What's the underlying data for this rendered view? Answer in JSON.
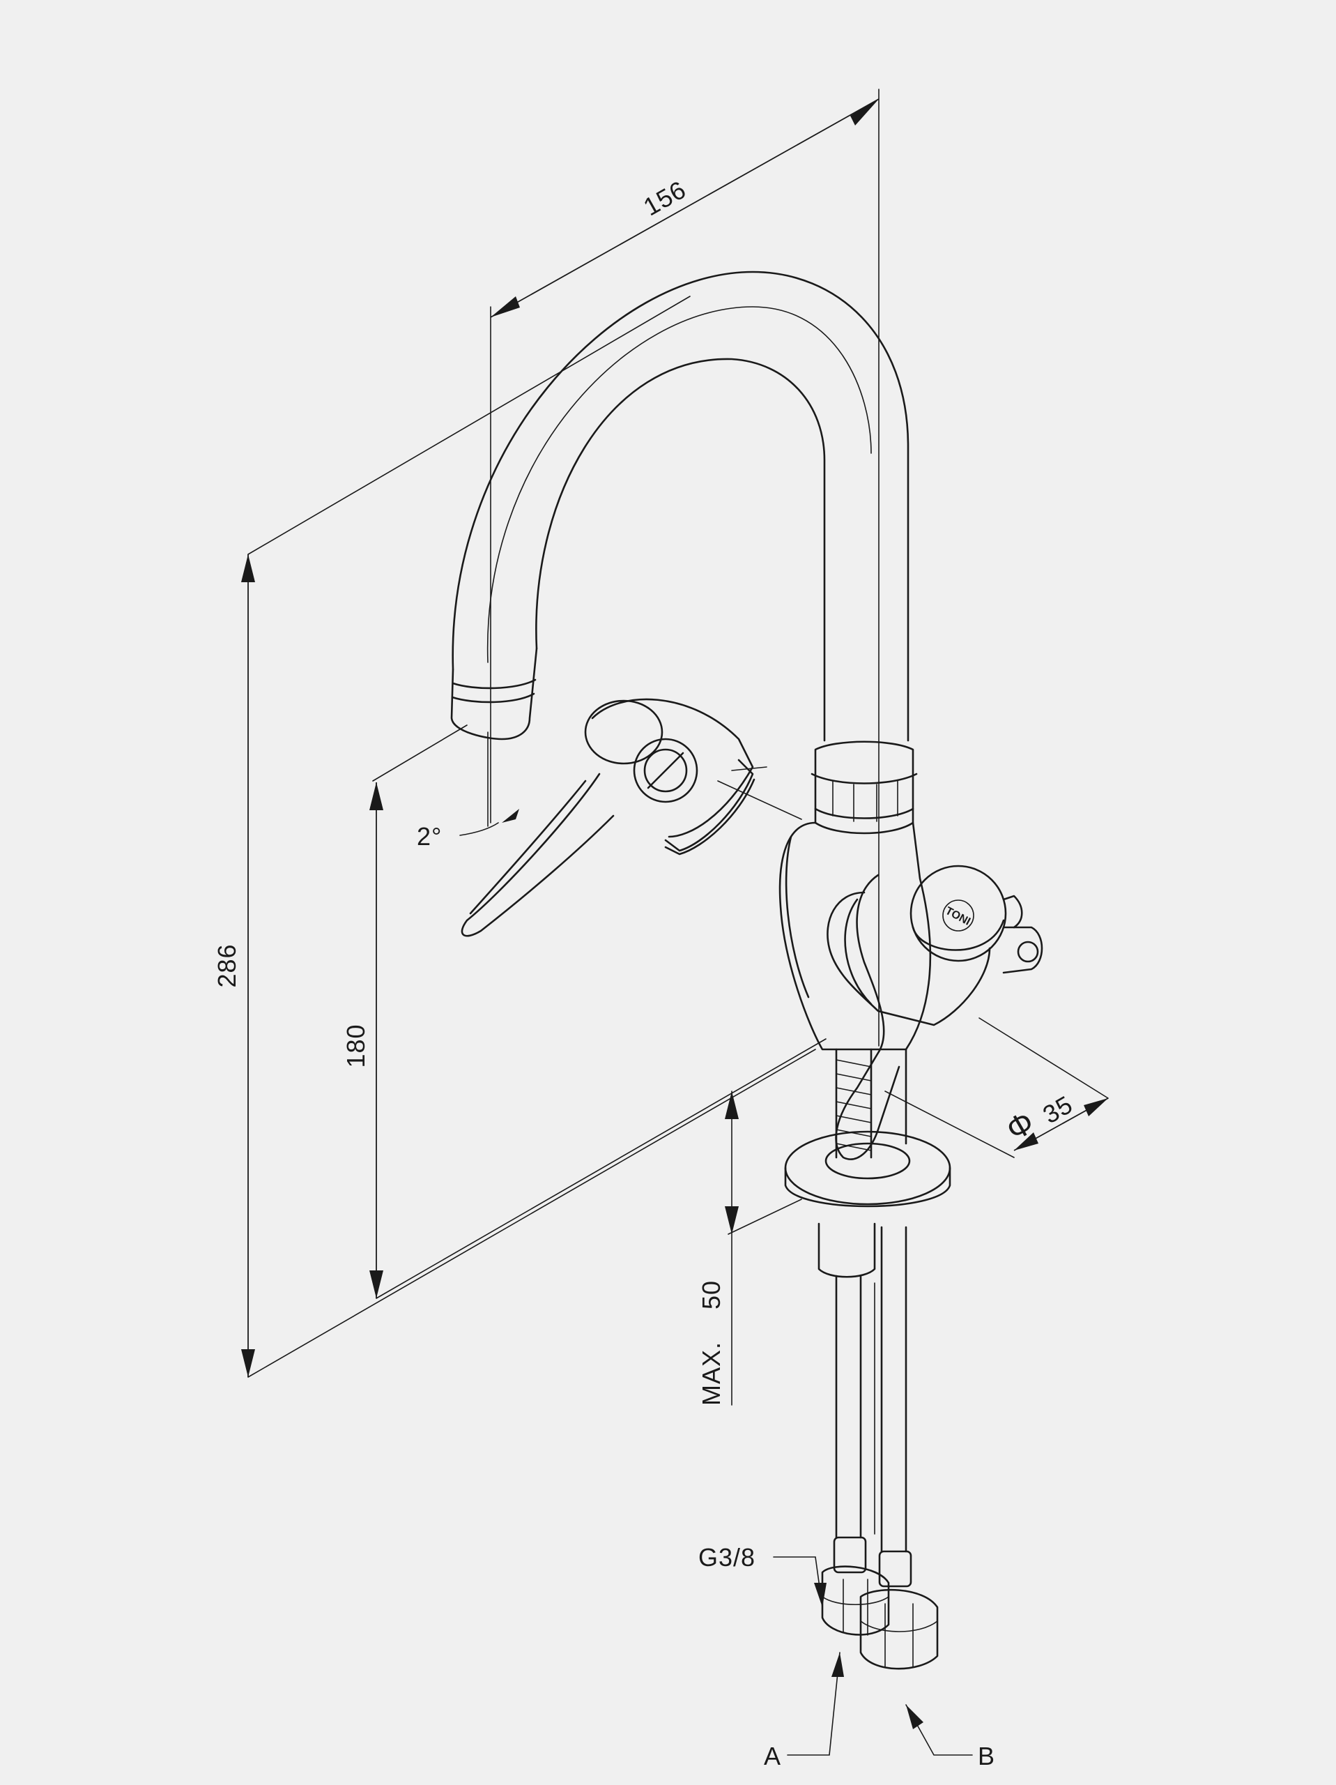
{
  "dimensions": {
    "spout_reach": "156",
    "overall_height": "286",
    "spout_height": "180",
    "deck_thickness_prefix": "MAX.",
    "deck_thickness_value": "50",
    "body_diameter": "35",
    "diameter_symbol": "Φ",
    "spout_angle": "2°"
  },
  "callouts": {
    "thread": "G3/8",
    "inlet_a": "A",
    "inlet_b": "B"
  },
  "logo": {
    "text": "TONI"
  },
  "colors": {
    "background": "#f0f0f0",
    "line": "#1a1a1a"
  }
}
